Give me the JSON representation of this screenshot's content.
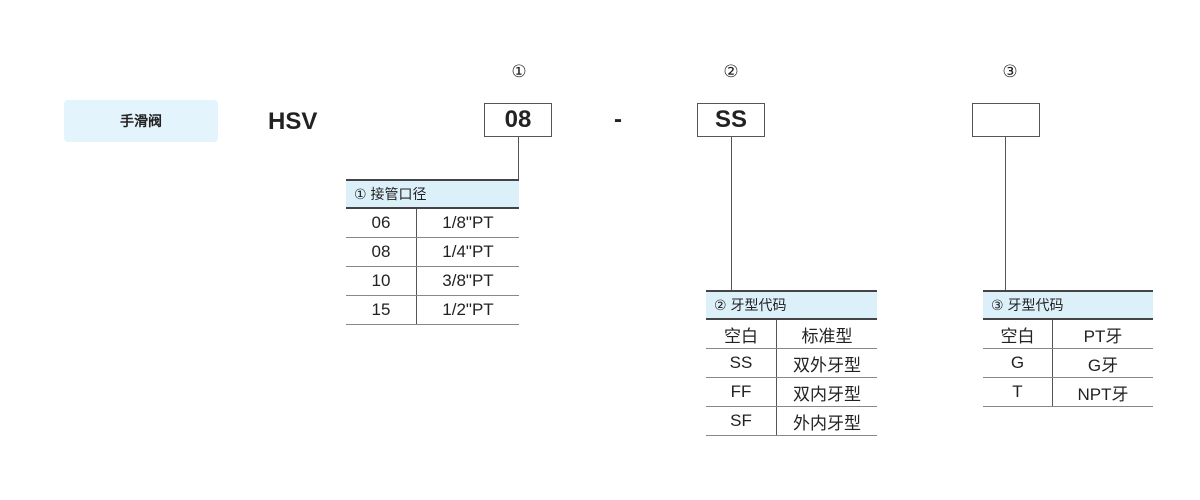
{
  "product_name": "手滑阀",
  "model": "HSV",
  "markers": [
    "①",
    "②",
    "③"
  ],
  "code_boxes": [
    "08",
    "SS",
    ""
  ],
  "separator": "-",
  "table1": {
    "title": "①  接管口径",
    "rows": [
      [
        "06",
        "1/8\"PT"
      ],
      [
        "08",
        "1/4\"PT"
      ],
      [
        "10",
        "3/8\"PT"
      ],
      [
        "15",
        "1/2\"PT"
      ]
    ]
  },
  "table2": {
    "title": "②  牙型代码",
    "rows": [
      [
        "空白",
        "标准型"
      ],
      [
        "SS",
        "双外牙型"
      ],
      [
        "FF",
        "双内牙型"
      ],
      [
        "SF",
        "外内牙型"
      ]
    ]
  },
  "table3": {
    "title": "③  牙型代码",
    "rows": [
      [
        "空白",
        "PT牙"
      ],
      [
        "G",
        "G牙"
      ],
      [
        "T",
        "NPT牙"
      ]
    ]
  }
}
